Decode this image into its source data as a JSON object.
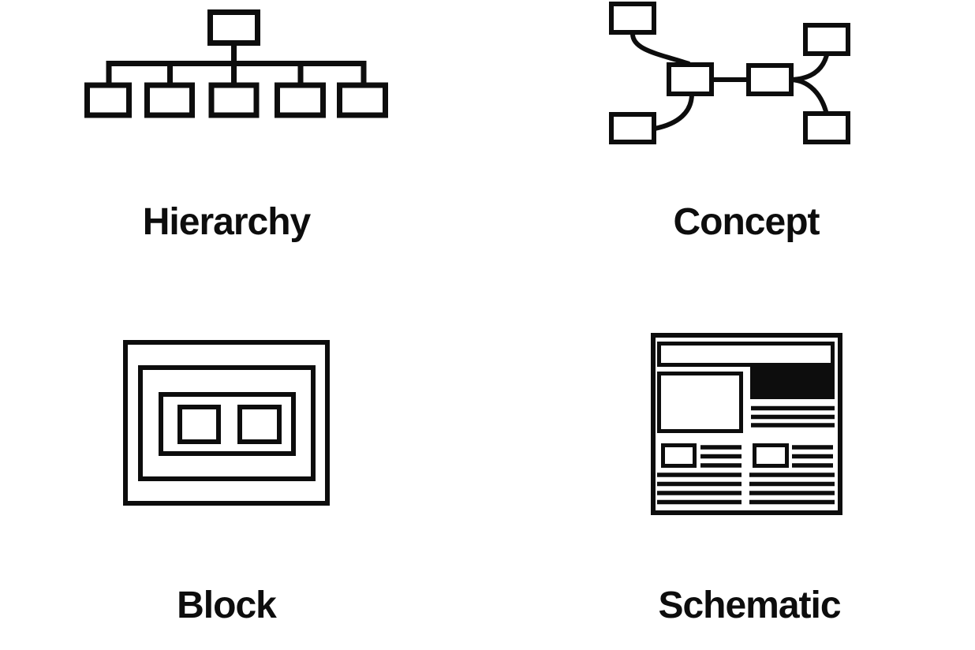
{
  "page": {
    "background_color": "#ffffff",
    "ink_color": "#0d0d0d",
    "description_labels_visible": [
      "Hierarchy",
      "Concept",
      "Block",
      "Schematic"
    ]
  },
  "options": [
    {
      "id": "hierarchy",
      "label": "Hierarchy",
      "icon": "hierarchy-diagram-icon"
    },
    {
      "id": "concept",
      "label": "Concept",
      "icon": "concept-map-icon"
    },
    {
      "id": "block",
      "label": "Block",
      "icon": "block-diagram-icon"
    },
    {
      "id": "schematic",
      "label": "Schematic",
      "icon": "schematic-layout-icon"
    }
  ]
}
